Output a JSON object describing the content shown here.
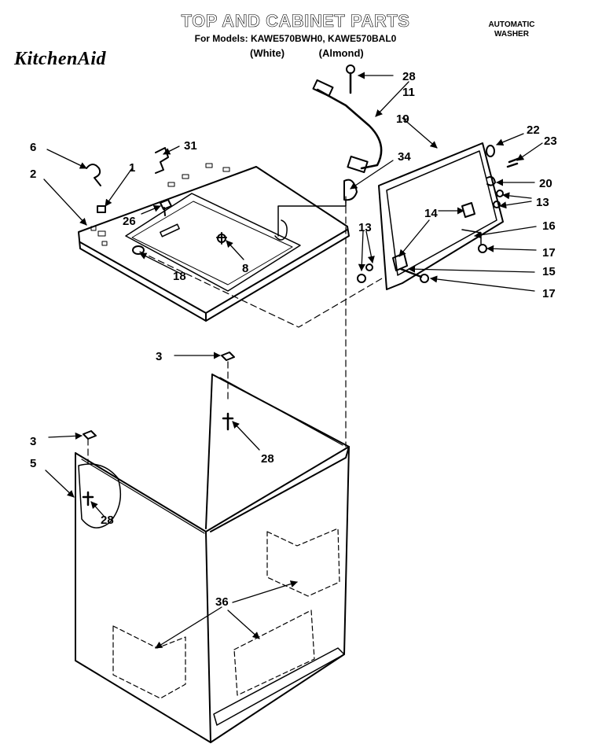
{
  "header": {
    "title": "TOP AND CABINET PARTS",
    "models_line": "For Models: KAWE570BWH0, KAWE570BAL0",
    "variant_white": "(White)",
    "variant_almond": "(Almond)",
    "brand": "KitchenAid",
    "product_type_line1": "AUTOMATIC",
    "product_type_line2": "WASHER"
  },
  "callouts": {
    "c28a": "28",
    "c11": "11",
    "c19": "19",
    "c22": "22",
    "c23": "23",
    "c6": "6",
    "c31": "31",
    "c1": "1",
    "c2": "2",
    "c34": "34",
    "c20": "20",
    "c13a": "13",
    "c14": "14",
    "c13b": "13",
    "c16": "16",
    "c26": "26",
    "c17a": "17",
    "c8": "8",
    "c18": "18",
    "c15": "15",
    "c17b": "17",
    "c3a": "3",
    "c28b": "28",
    "c3b": "3",
    "c5": "5",
    "c28c": "28",
    "c36": "36"
  }
}
